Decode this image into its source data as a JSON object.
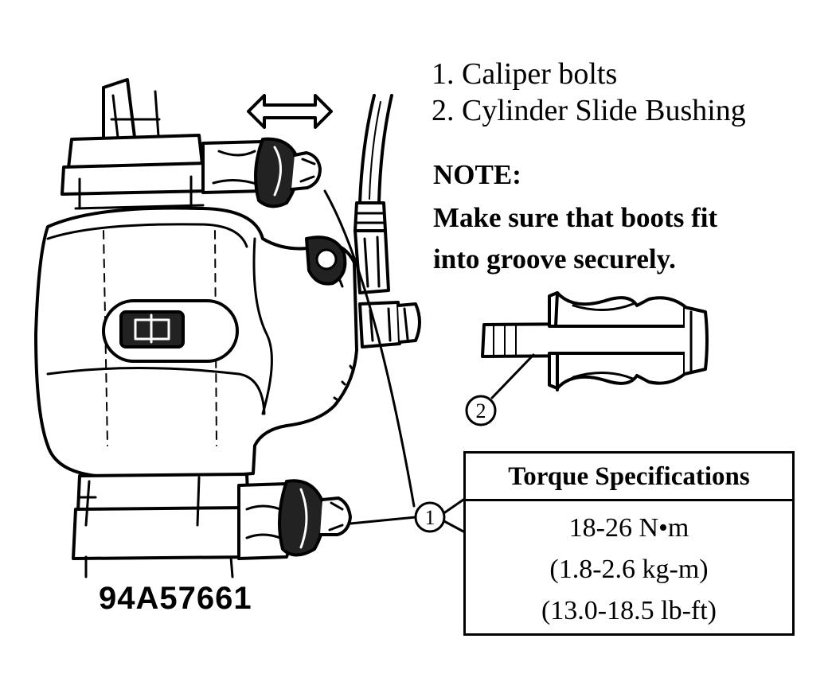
{
  "legend": {
    "item1": "1. Caliper bolts",
    "item2": "2. Cylinder Slide Bushing"
  },
  "note": {
    "heading": "NOTE:",
    "line1": "Make sure that boots fit",
    "line2": "into groove securely."
  },
  "torque": {
    "title": "Torque Specifications",
    "metric_nm": "18-26 N•m",
    "metric_kgm": "(1.8-2.6 kg-m)",
    "imperial": "(13.0-18.5 lb-ft)"
  },
  "callouts": {
    "one": "1",
    "two": "2"
  },
  "figure_id": "94A57661"
}
